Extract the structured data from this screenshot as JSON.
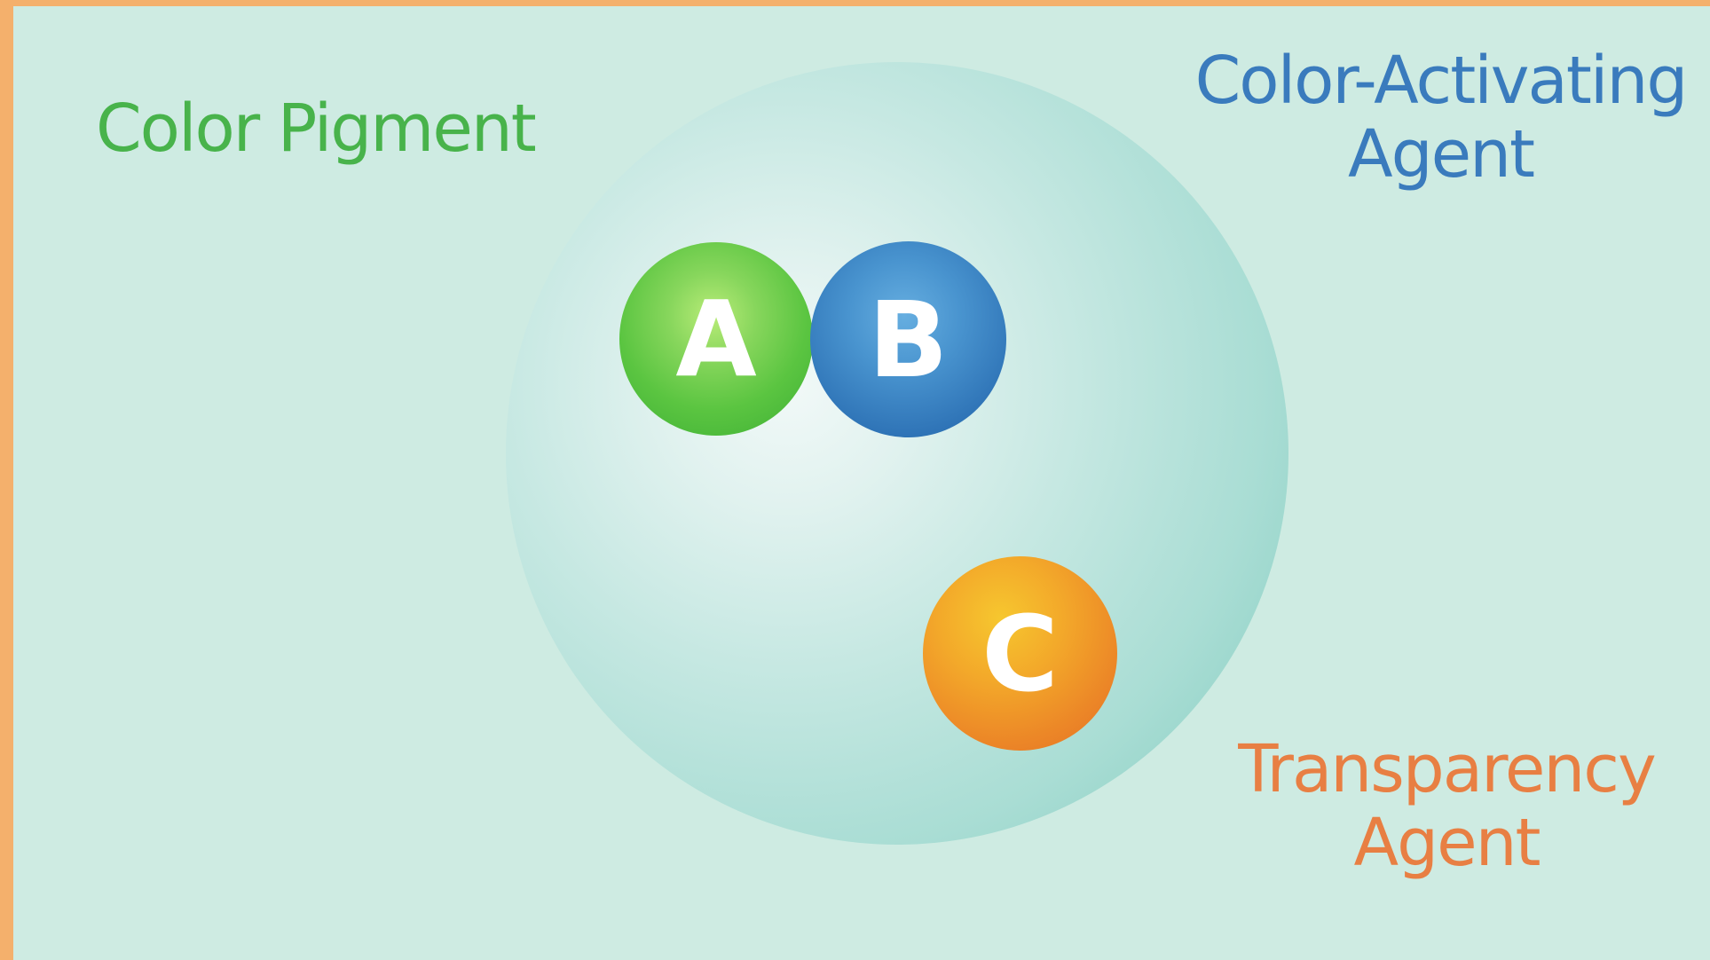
{
  "diagram": {
    "background_color": "#ceebe2",
    "border_color": "#f4b06c",
    "labels": {
      "pigment": "Color Pigment",
      "activating": "Color-Activating\nAgent",
      "transparency": "Transparency\nAgent"
    },
    "label_colors": {
      "pigment": "#48b34b",
      "activating": "#3a7bbd",
      "transparency": "#e87f43"
    },
    "balls": [
      {
        "letter": "A",
        "color": "#5bc541"
      },
      {
        "letter": "B",
        "color": "#2f74b7"
      },
      {
        "letter": "C",
        "color": "#ec8727"
      }
    ]
  }
}
